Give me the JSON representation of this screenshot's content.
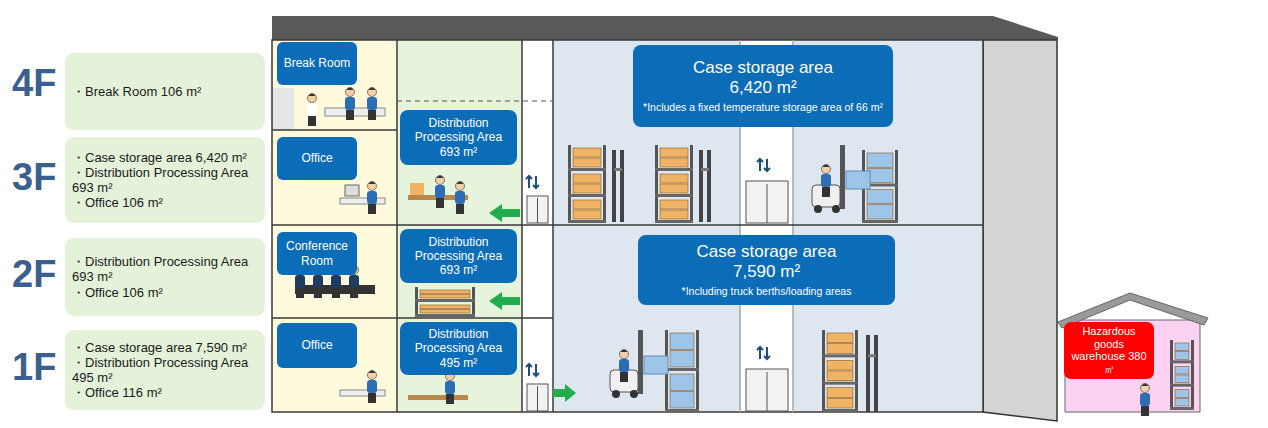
{
  "diagram": {
    "nodes": [
      {
        "text": [
          "・Break Room 106 m²"
        ]
      },
      {
        "text": [
          "Break Room"
        ]
      },
      {
        "text": [
          "Case storage area 6,420 m²",
          "*Includes a fixed temperature storage area of 66 m²"
        ]
      },
      {
        "text": [
          "・Case storage area 6,420 m²",
          "・Distribution Processing Area 693 m²",
          "・Office 106 m²"
        ]
      },
      {
        "text": [
          "Office"
        ]
      },
      {
        "text": [
          "Distribution Processing Area 693 m²"
        ]
      },
      {
        "text": [
          "・Distribution Processing Area 693 m²",
          "・Office 106 m²"
        ]
      },
      {
        "text": [
          "Conference Room"
        ]
      },
      {
        "text": [
          "Distribution Processing Area 693 m²"
        ]
      },
      {
        "text": [
          "Case storage area 7,590 m²",
          "*Including truck berths/loading areas"
        ]
      },
      {
        "text": [
          "・Case storage area 7,590 m²",
          "・Distribution Processing Area 495 m²",
          "・Office 116 m²"
        ]
      },
      {
        "text": [
          "Office"
        ]
      },
      {
        "text": [
          "Distribution Processing Area 495 m²"
        ]
      },
      {
        "text": [
          "Hazardous goods warehouse 380㎡"
        ]
      }
    ],
    "labels": [
      "4F",
      "3F",
      "2F",
      "1F"
    ]
  }
}
